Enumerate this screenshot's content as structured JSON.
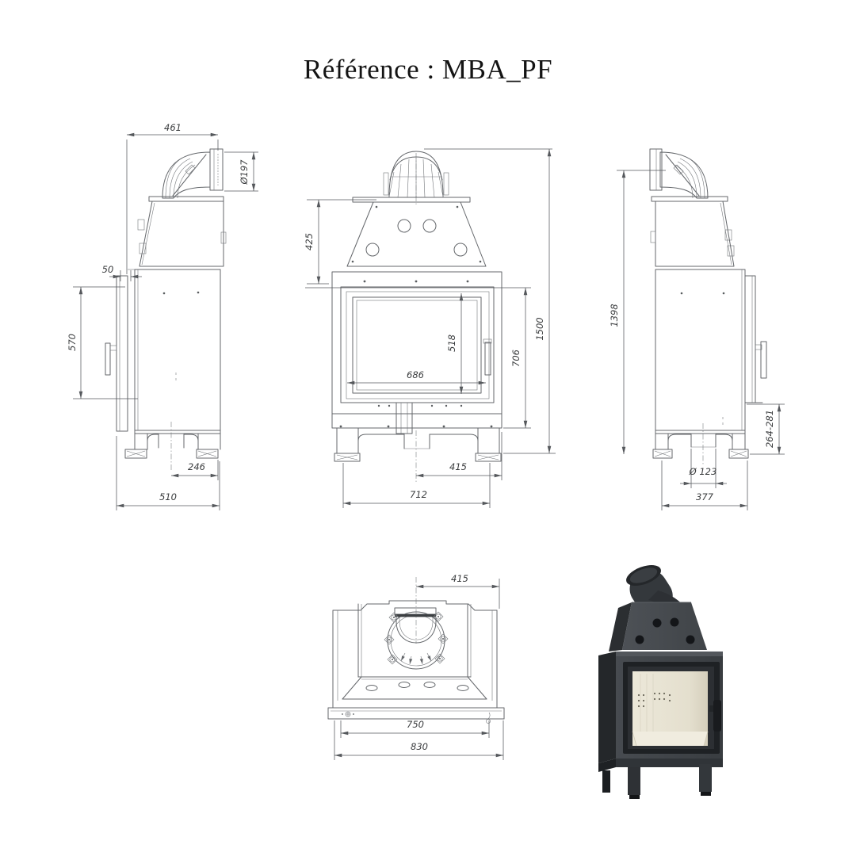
{
  "title": "Référence : MBA_PF",
  "views": {
    "side_left": {
      "label": "left side view",
      "dims": {
        "top_depth": "461",
        "flue_diameter": "Ø197",
        "door_offset": "50",
        "door_height": "570",
        "foot_back": "246",
        "depth": "510"
      }
    },
    "front": {
      "label": "front view",
      "dims": {
        "hood_height": "425",
        "glass_height": "518",
        "glass_width": "686",
        "firebox_height": "706",
        "total_height": "1500",
        "flue_to_foot": "415",
        "feet_span": "712"
      }
    },
    "side_right": {
      "label": "right side view",
      "dims": {
        "flue_height": "1398",
        "base_range": "264-281",
        "inlet_diameter": "Ø 123",
        "base_depth": "377"
      }
    },
    "top": {
      "label": "top view",
      "dims": {
        "flue_to_side": "415",
        "inner_width": "750",
        "total_width": "830"
      }
    }
  },
  "colors": {
    "background": "#ffffff",
    "drawing_line": "#64676b",
    "dimension_line": "#55585c",
    "title_text": "#141414",
    "render_body": "#3f4347",
    "render_hood": "#484c51",
    "render_interior": "#e9e5d5"
  }
}
